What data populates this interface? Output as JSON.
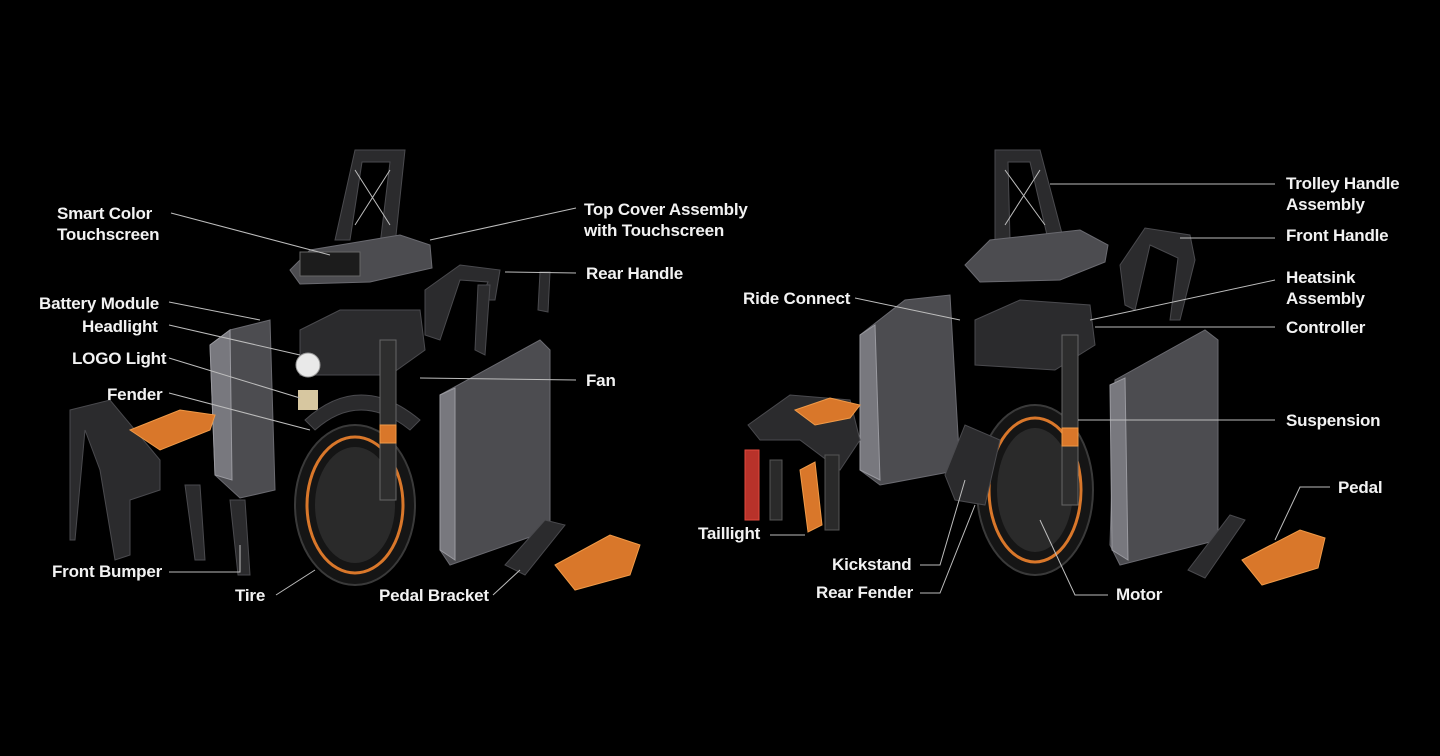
{
  "labels": {
    "smart_color_touchscreen": "Smart Color\nTouchscreen",
    "top_cover_assembly": "Top Cover Assembly\nwith Touchscreen",
    "rear_handle": "Rear Handle",
    "battery_module": "Battery Module",
    "headlight": "Headlight",
    "logo_light": "LOGO Light",
    "fender": "Fender",
    "fan": "Fan",
    "front_bumper": "Front Bumper",
    "tire": "Tire",
    "pedal_bracket": "Pedal Bracket",
    "trolley_handle_assembly": "Trolley Handle\nAssembly",
    "front_handle": "Front Handle",
    "ride_connect": "Ride Connect",
    "heatsink_assembly": "Heatsink\nAssembly",
    "controller": "Controller",
    "suspension": "Suspension",
    "pedal": "Pedal",
    "taillight": "Taillight",
    "kickstand": "Kickstand",
    "rear_fender": "Rear Fender",
    "motor": "Motor"
  },
  "colors": {
    "background": "#000000",
    "text": "#f2f2f2",
    "accent_orange": "#d9772a"
  }
}
